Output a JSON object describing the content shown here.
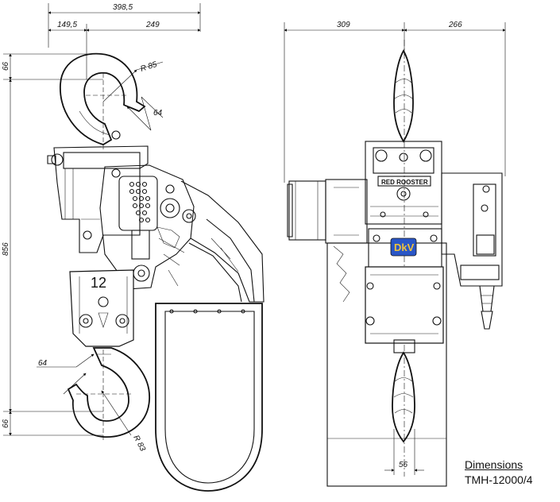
{
  "dimensions": {
    "overall_width": "398,5",
    "hook_offset": "149,5",
    "body_width": "249",
    "left_width": "309",
    "right_width": "266",
    "top_hook": "66",
    "height": "856",
    "bottom_hook": "66",
    "top_radius": "R 85",
    "top_throat": "64",
    "bottom_throat": "64",
    "bottom_radius": "R 83",
    "hook_center": "56"
  },
  "labels": {
    "load_mark": "12",
    "brand_plate": "RED ROOSTER",
    "badge": "DkV"
  },
  "caption": {
    "title": "Dimensions",
    "model": "TMH-12000/4"
  }
}
